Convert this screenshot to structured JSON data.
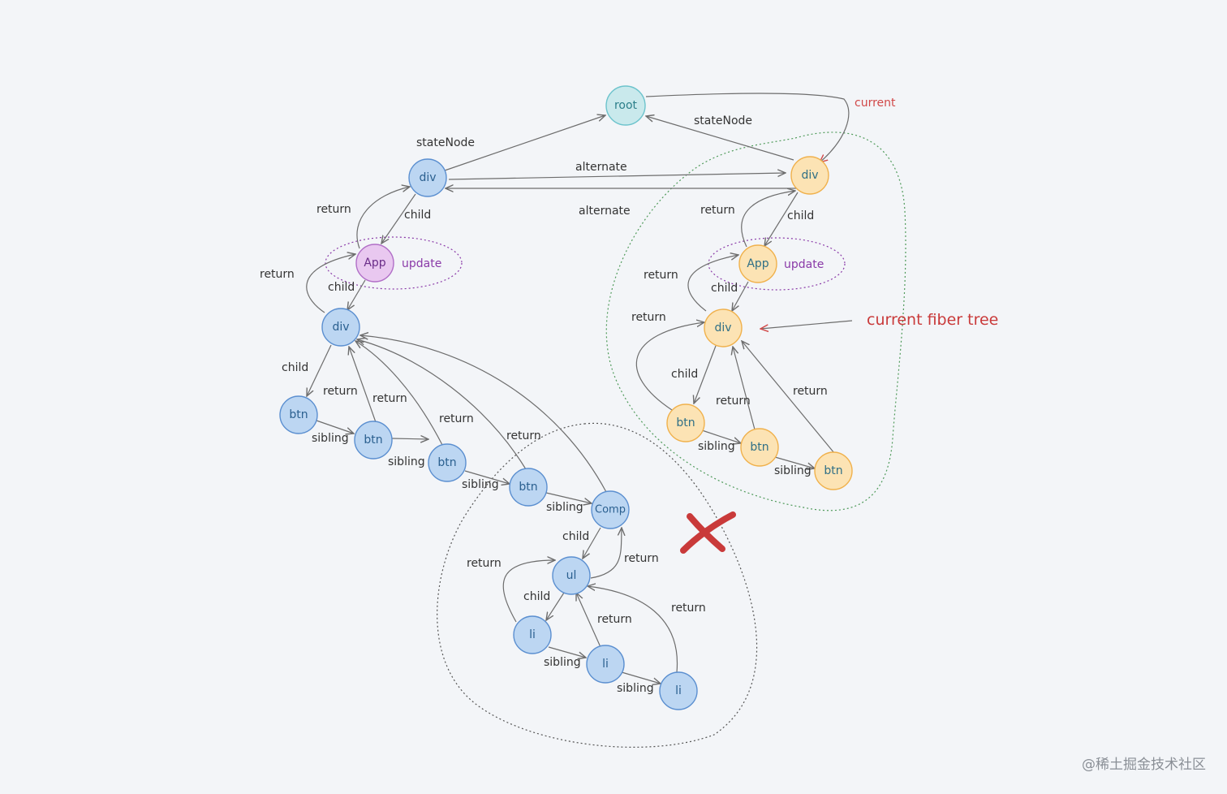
{
  "colors": {
    "blue_fill": "#bcd6f2",
    "blue_stroke": "#5b8fd0",
    "blue_text": "#2a5f8f",
    "orange_fill": "#fce3b4",
    "orange_stroke": "#f0b14c",
    "orange_text": "#2f6f86",
    "teal_fill": "#c9e9ec",
    "teal_stroke": "#6cc3cc",
    "teal_text": "#2c7f8a",
    "purple_fill": "#e9c8f0",
    "purple_stroke": "#b16fc7",
    "purple_text": "#6a2c88",
    "edge": "#6d6d6d",
    "red": "#d14848",
    "green_dotted": "#4f9a5a",
    "gray_dotted": "#555555"
  },
  "nodes": {
    "root": "root",
    "wip_div": "div",
    "wip_app": "App",
    "wip_div2": "div",
    "wip_btn1": "btn",
    "wip_btn2": "btn",
    "wip_btn3": "btn",
    "wip_btn4": "btn",
    "wip_comp": "Comp",
    "wip_ul": "ul",
    "wip_li1": "li",
    "wip_li2": "li",
    "wip_li3": "li",
    "cur_div": "div",
    "cur_app": "App",
    "cur_div2": "div",
    "cur_btn1": "btn",
    "cur_btn2": "btn",
    "cur_btn3": "btn"
  },
  "labels": {
    "stateNode_left": "stateNode",
    "stateNode_right": "stateNode",
    "current": "current",
    "alternate_top": "alternate",
    "alternate_bottom": "alternate",
    "update_left": "update",
    "update_right": "update",
    "current_fiber_tree": "current fiber tree",
    "child": "child",
    "return": "return",
    "sibling": "sibling"
  },
  "watermark": "@稀土掘金技术社区"
}
